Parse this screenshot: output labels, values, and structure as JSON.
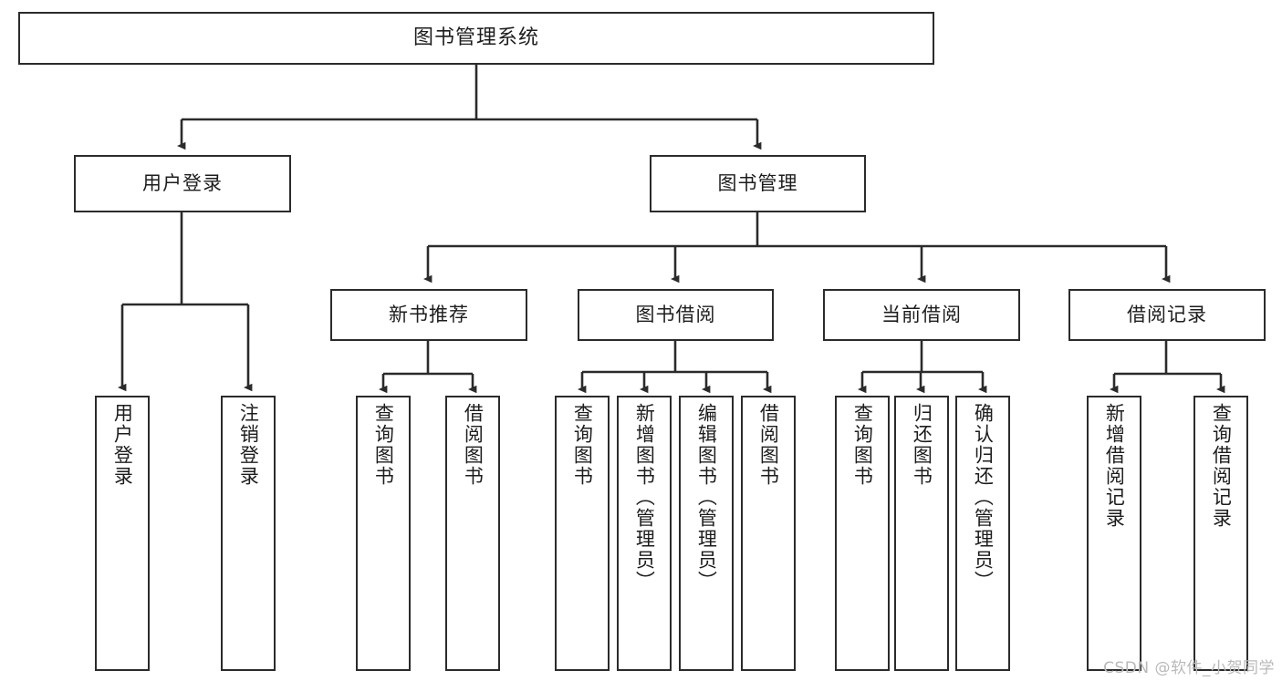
{
  "diagram": {
    "type": "tree-hierarchy-chart",
    "title": "图书管理系统",
    "colors": {
      "box_border": "#2b2b2b",
      "box_fill": "#ffffff",
      "connector": "#2b2b2b",
      "text": "#1d1d1d",
      "watermark": "#b9b9b9",
      "background": "#ffffff"
    },
    "root": {
      "label": "图书管理系统"
    },
    "level2": [
      {
        "id": "user-login",
        "label": "用户登录"
      },
      {
        "id": "book-management",
        "label": "图书管理"
      }
    ],
    "level3": [
      {
        "id": "new-book-recommend",
        "label": "新书推荐"
      },
      {
        "id": "book-borrow",
        "label": "图书借阅"
      },
      {
        "id": "current-borrow",
        "label": "当前借阅"
      },
      {
        "id": "borrow-record",
        "label": "借阅记录"
      }
    ],
    "leaves": {
      "user_login": [
        {
          "id": "leaf-user-login",
          "label": "用户登录"
        },
        {
          "id": "leaf-logout-login",
          "label": "注销登录"
        }
      ],
      "new_book_recommend": [
        {
          "id": "leaf-query-book-1",
          "label": "查询图书"
        },
        {
          "id": "leaf-borrow-book-1",
          "label": "借阅图书"
        }
      ],
      "book_borrow": [
        {
          "id": "leaf-query-book-2",
          "label": "查询图书"
        },
        {
          "id": "leaf-add-book",
          "label": "新增图书（管理员）"
        },
        {
          "id": "leaf-edit-book",
          "label": "编辑图书（管理员）"
        },
        {
          "id": "leaf-borrow-book-2",
          "label": "借阅图书"
        }
      ],
      "current_borrow": [
        {
          "id": "leaf-query-book-3",
          "label": "查询图书"
        },
        {
          "id": "leaf-return-book",
          "label": "归还图书"
        },
        {
          "id": "leaf-confirm-return",
          "label": "确认归还（管理员）"
        }
      ],
      "borrow_record": [
        {
          "id": "leaf-add-record",
          "label": "新增借阅记录"
        },
        {
          "id": "leaf-query-record",
          "label": "查询借阅记录"
        }
      ]
    }
  },
  "watermark": {
    "text": "CSDN @软件_小贺同学"
  }
}
